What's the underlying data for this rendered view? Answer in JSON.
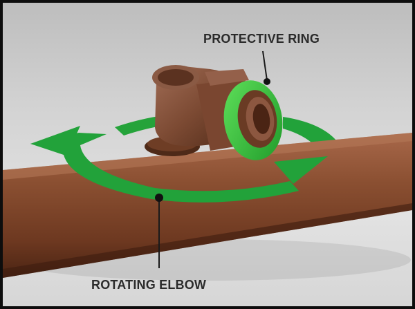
{
  "labels": {
    "protective_ring": "PROTECTIVE RING",
    "rotating_elbow": "ROTATING ELBOW"
  },
  "colors": {
    "background": "#d3d3d3",
    "pipe": "#7a4428",
    "arrow_green": "#22a23a",
    "ring_green": "#35c43a",
    "callout_line": "#1a1a1a",
    "border": "#0d0d0d"
  },
  "icons": {
    "rotation_arrows": "circular-arrows"
  }
}
